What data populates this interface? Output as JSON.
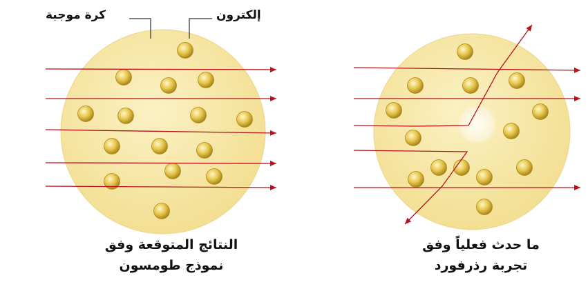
{
  "labels": {
    "positive_sphere": "كرة موجبة",
    "electron": "إلكترون"
  },
  "captions": {
    "thomson_line1": "النتائج المتوقعة وفق",
    "thomson_line2": "نموذج طومسون",
    "rutherford_line1": "ما حدث فعلياً وفق",
    "rutherford_line2": "تجربة رذرفورد"
  },
  "colors": {
    "sphere": "#f6e6a2",
    "sphere_edge": "#ead28a",
    "nucleus_glow": "#fdf7e4",
    "electron": "#e2c24a",
    "electron_highlight": "#fff6c8",
    "electron_edge": "#b08c1c",
    "ray": "#b8121c",
    "leader_line": "#555555"
  },
  "icons": {
    "electron": "gold-ball-icon",
    "ray": "arrow-line-icon"
  }
}
